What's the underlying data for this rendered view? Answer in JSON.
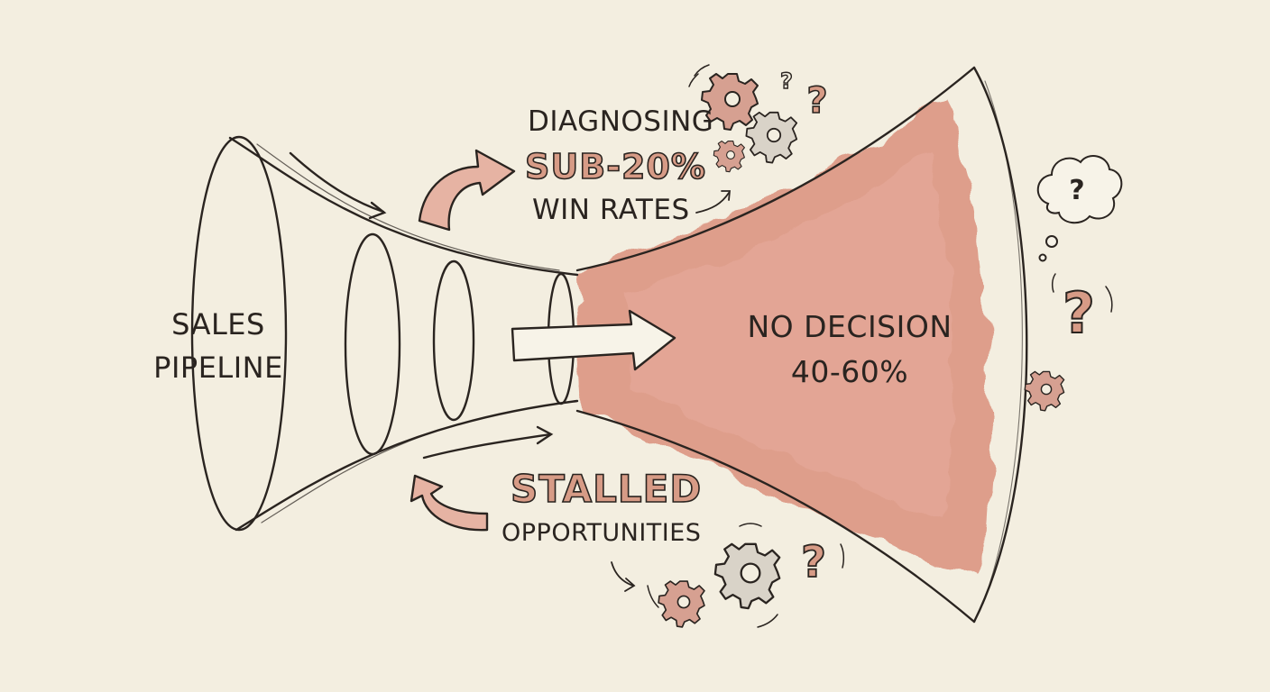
{
  "labels": {
    "pipeline_line1": "SALES",
    "pipeline_line2": "PIPELINE",
    "diagnosing": "DIAGNOSING",
    "sub20": "SUB-20%",
    "win_rates": "WIN RATES",
    "no_decision": "NO DECISION",
    "no_decision_pct": "40-60%",
    "stalled": "STALLED",
    "opportunities": "OPPORTUNITIES"
  },
  "question_mark": "?",
  "colors": {
    "background": "#f3eee0",
    "ink": "#2a2420",
    "accent_fill": "#d79b86",
    "watercolor_red": "#db8f7d",
    "watercolor_red_light": "#e7ad9c",
    "gear_red": "#d6a091",
    "gear_gray": "#d9d3c8"
  },
  "icons": [
    "gear-icon",
    "question-mark-icon",
    "thought-bubble-icon",
    "curved-arrow-icon",
    "right-arrow-icon"
  ]
}
